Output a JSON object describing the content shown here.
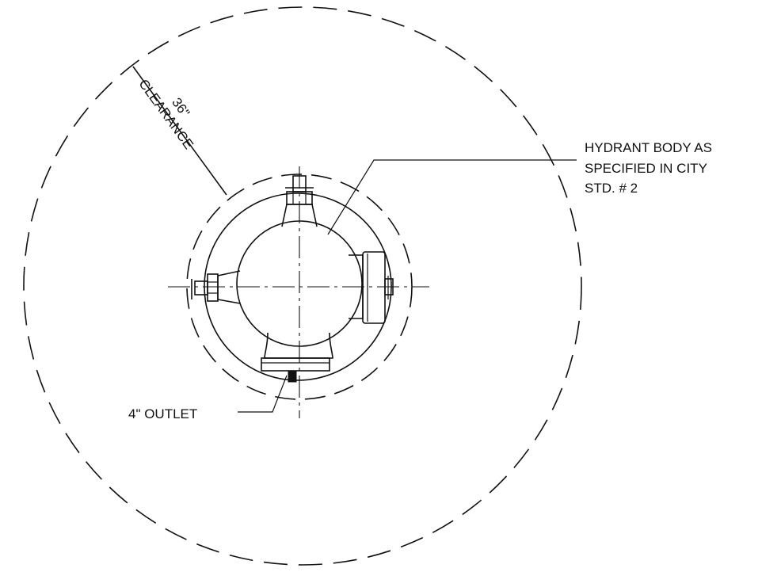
{
  "labels": {
    "clearance_dim": "36\"",
    "clearance_word": "CLEARANCE",
    "hydrant_line1": "HYDRANT BODY AS",
    "hydrant_line2": "SPECIFIED IN CITY",
    "hydrant_line3": "STD. # 2",
    "outlet": "4\"  OUTLET"
  }
}
